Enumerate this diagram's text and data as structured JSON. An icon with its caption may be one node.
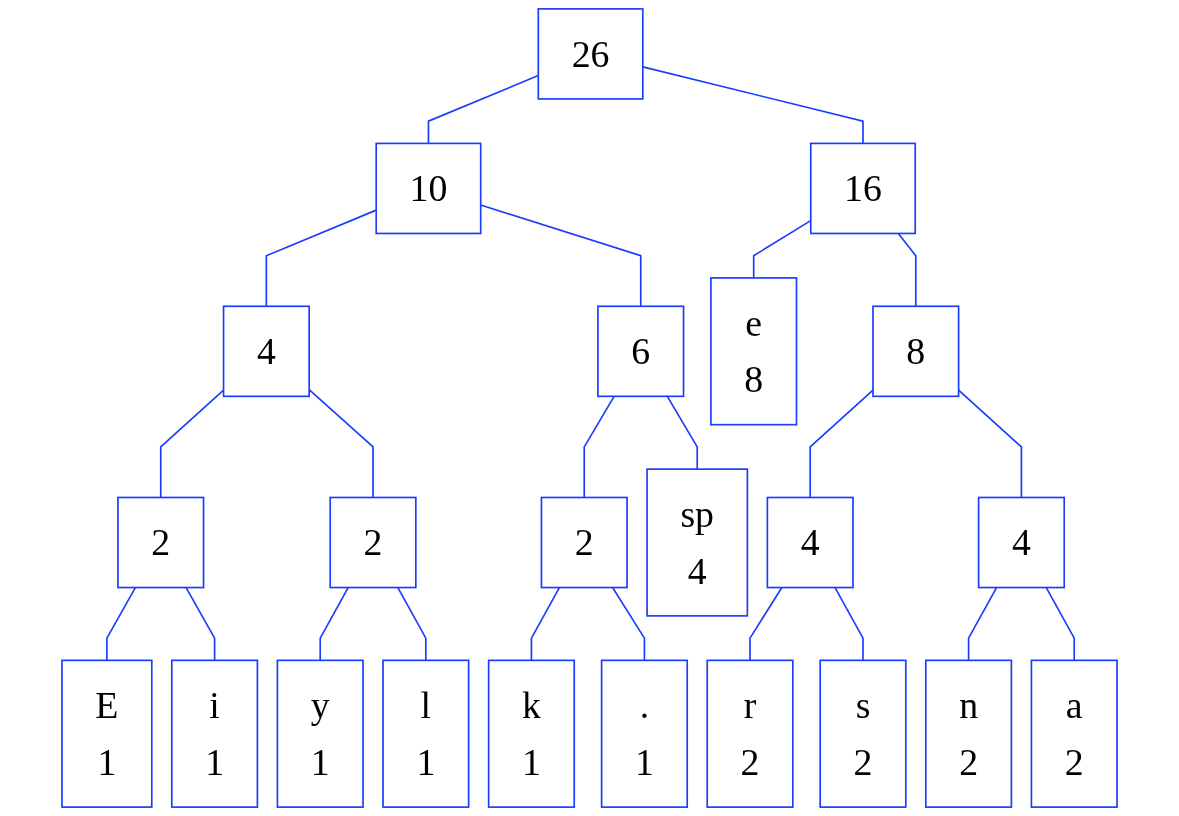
{
  "diagram": {
    "nodes": [
      {
        "text": [
          "26"
        ]
      },
      {
        "text": [
          "10"
        ]
      },
      {
        "text": [
          "16"
        ]
      },
      {
        "text": [
          "4"
        ]
      },
      {
        "text": [
          "6"
        ]
      },
      {
        "text": [
          "e",
          "8"
        ]
      },
      {
        "text": [
          "8"
        ]
      },
      {
        "text": [
          "2"
        ]
      },
      {
        "text": [
          "2"
        ]
      },
      {
        "text": [
          "2"
        ]
      },
      {
        "text": [
          "sp",
          "4"
        ]
      },
      {
        "text": [
          "4"
        ]
      },
      {
        "text": [
          "4"
        ]
      },
      {
        "text": [
          "E",
          "1"
        ]
      },
      {
        "text": [
          "i",
          "1"
        ]
      },
      {
        "text": [
          "y",
          "1"
        ]
      },
      {
        "text": [
          "l",
          "1"
        ]
      },
      {
        "text": [
          "k",
          "1"
        ]
      },
      {
        "text": [
          ".",
          "1"
        ]
      },
      {
        "text": [
          "r",
          "2"
        ]
      },
      {
        "text": [
          "s",
          "2"
        ]
      },
      {
        "text": [
          "n",
          "2"
        ]
      },
      {
        "text": [
          "a",
          "2"
        ]
      }
    ],
    "edges": [
      {
        "from": 0,
        "to": 1,
        "arrow": "none"
      },
      {
        "from": 0,
        "to": 2,
        "arrow": "none"
      },
      {
        "from": 1,
        "to": 3,
        "arrow": "none"
      },
      {
        "from": 1,
        "to": 4,
        "arrow": "none"
      },
      {
        "from": 2,
        "to": 5,
        "arrow": "none"
      },
      {
        "from": 2,
        "to": 6,
        "arrow": "none"
      },
      {
        "from": 3,
        "to": 7,
        "arrow": "none"
      },
      {
        "from": 3,
        "to": 8,
        "arrow": "none"
      },
      {
        "from": 4,
        "to": 9,
        "arrow": "none"
      },
      {
        "from": 4,
        "to": 10,
        "arrow": "none"
      },
      {
        "from": 6,
        "to": 11,
        "arrow": "none"
      },
      {
        "from": 6,
        "to": 12,
        "arrow": "none"
      },
      {
        "from": 7,
        "to": 13,
        "arrow": "none"
      },
      {
        "from": 7,
        "to": 14,
        "arrow": "none"
      },
      {
        "from": 8,
        "to": 15,
        "arrow": "none"
      },
      {
        "from": 8,
        "to": 16,
        "arrow": "none"
      },
      {
        "from": 9,
        "to": 17,
        "arrow": "none"
      },
      {
        "from": 9,
        "to": 18,
        "arrow": "none"
      },
      {
        "from": 11,
        "to": 19,
        "arrow": "none"
      },
      {
        "from": 11,
        "to": 20,
        "arrow": "none"
      },
      {
        "from": 12,
        "to": 21,
        "arrow": "none"
      },
      {
        "from": 12,
        "to": 22,
        "arrow": "none"
      }
    ]
  }
}
